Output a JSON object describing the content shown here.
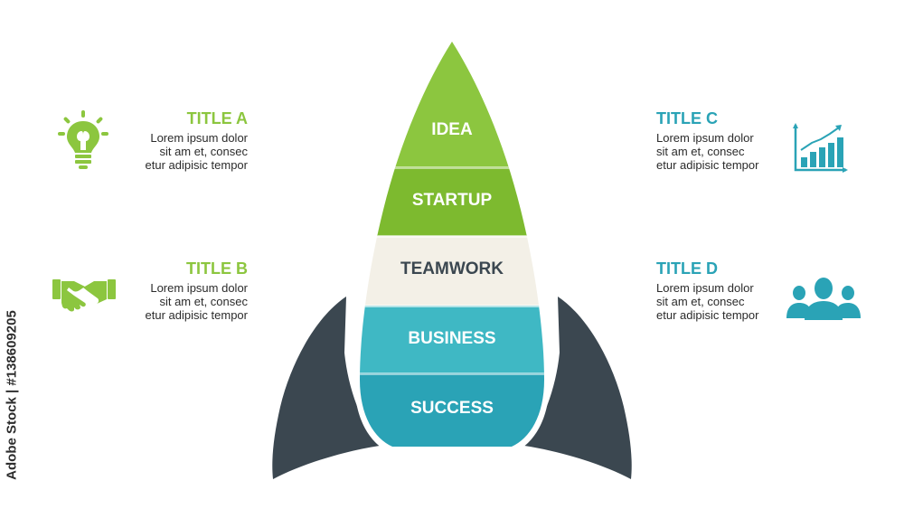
{
  "colors": {
    "green_light": "#8cc63f",
    "green": "#7dba2f",
    "cream": "#f3f0e7",
    "teal_light": "#3fb8c4",
    "teal": "#2aa3b6",
    "fin": "#3b4750",
    "title_green": "#8cc63f",
    "title_teal": "#2aa3b6"
  },
  "rocket": {
    "sections": [
      {
        "label": "IDEA",
        "fill": "#8cc63f",
        "text_color": "#ffffff"
      },
      {
        "label": "STARTUP",
        "fill": "#7dba2f",
        "text_color": "#ffffff"
      },
      {
        "label": "TEAMWORK",
        "fill": "#f3f0e7",
        "text_color": "#3b4750"
      },
      {
        "label": "BUSINESS",
        "fill": "#3fb8c4",
        "text_color": "#ffffff"
      },
      {
        "label": "SUCCESS",
        "fill": "#2aa3b6",
        "text_color": "#ffffff"
      }
    ]
  },
  "items": {
    "a": {
      "title": "TITLE A",
      "lines": [
        "Lorem ipsum dolor",
        "sit am et, consec",
        "etur adipisic tempor"
      ],
      "icon": "lightbulb-icon"
    },
    "b": {
      "title": "TITLE B",
      "lines": [
        "Lorem ipsum dolor",
        "sit am et, consec",
        "etur adipisic tempor"
      ],
      "icon": "handshake-icon"
    },
    "c": {
      "title": "TITLE C",
      "lines": [
        "Lorem ipsum dolor",
        "sit am et, consec",
        "etur adipisic tempor"
      ],
      "icon": "growth-chart-icon"
    },
    "d": {
      "title": "TITLE D",
      "lines": [
        "Lorem ipsum dolor",
        "sit am et, consec",
        "etur adipisic tempor"
      ],
      "icon": "team-icon"
    }
  },
  "watermark": "Adobe Stock | #138609205"
}
